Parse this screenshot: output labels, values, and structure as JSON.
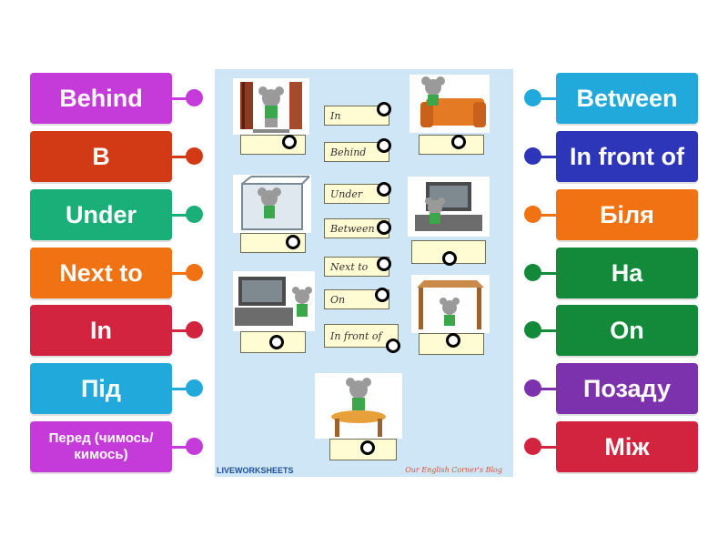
{
  "left_cards": [
    {
      "label": "Behind",
      "color": "#c43bd9"
    },
    {
      "label": "В",
      "color": "#d23a16"
    },
    {
      "label": "Under",
      "color": "#1aaf79"
    },
    {
      "label": "Next to",
      "color": "#f07213"
    },
    {
      "label": "In",
      "color": "#d3243f"
    },
    {
      "label": "Під",
      "color": "#22a9db"
    },
    {
      "label": "Перед (чимось/кимось)",
      "color": "#c43bd9"
    }
  ],
  "right_cards": [
    {
      "label": "Between",
      "color": "#22a9db"
    },
    {
      "label": "In front of",
      "color": "#2d35b8"
    },
    {
      "label": "Біля",
      "color": "#f07213"
    },
    {
      "label": "На",
      "color": "#128a3a"
    },
    {
      "label": "On",
      "color": "#128a3a"
    },
    {
      "label": "Позаду",
      "color": "#7c32ad"
    },
    {
      "label": "Між",
      "color": "#d3243f"
    }
  ],
  "worksheet": {
    "words": [
      "In",
      "Behind",
      "Under",
      "Between",
      "Next to",
      "On",
      "In front of"
    ],
    "footer_left": "LIVEWORKSHEETS",
    "footer_right": "Our English Corner's Blog"
  }
}
